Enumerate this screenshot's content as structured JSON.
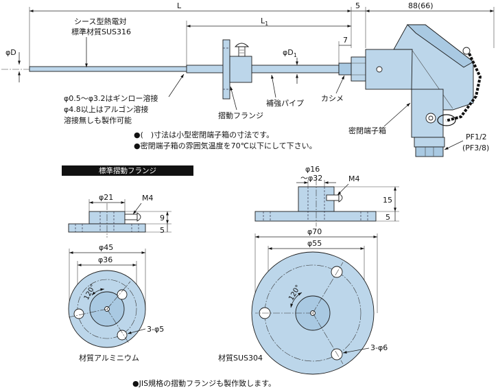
{
  "top": {
    "dims": {
      "L": "L",
      "L1": "L",
      "L1_sub": "1",
      "d5": "5",
      "head_w": "88(66)",
      "d7": "7",
      "phiD": "φD",
      "phiD1": "φD",
      "phiD1_sub": "1"
    },
    "sheath_label_1": "シース型熱電対",
    "sheath_label_2": "標準材質SUS316",
    "weld_notes": [
      "φ0.5～φ3.2はギンロー溶接",
      "φ4.8以上はアルゴン溶接",
      "溶接無しも製作可能"
    ],
    "flange_label": "摺動フランジ",
    "pipe_label": "補強パイプ",
    "kashime_label": "カシメ",
    "terminal_box_label": "密閉端子箱",
    "pf_label_1": "PF1/2",
    "pf_label_2": "(PF3/8)",
    "notes": [
      "●(　)寸法は小型密閉端子箱の寸法です。",
      "●密閉端子箱の雰囲気温度を70℃以下にして下さい。"
    ]
  },
  "standard_flange": {
    "banner": "標準摺動フランジ",
    "phi21": "φ21",
    "m4": "M4",
    "d9": "9",
    "d5": "5",
    "phi45": "φ45",
    "phi36": "φ36",
    "angle": "120°",
    "holes": "3-φ5",
    "material": "材質アルミニウム"
  },
  "large_flange": {
    "phi16": "φ16",
    "phi32": "～φ32",
    "m4": "M4",
    "d15": "15",
    "d5": "5",
    "phi70": "φ70",
    "phi55": "φ55",
    "angle": "120°",
    "holes": "3-φ6",
    "material": "材質SUS304"
  },
  "footer_note": "●JIS規格の摺動フランジも製作致します。"
}
